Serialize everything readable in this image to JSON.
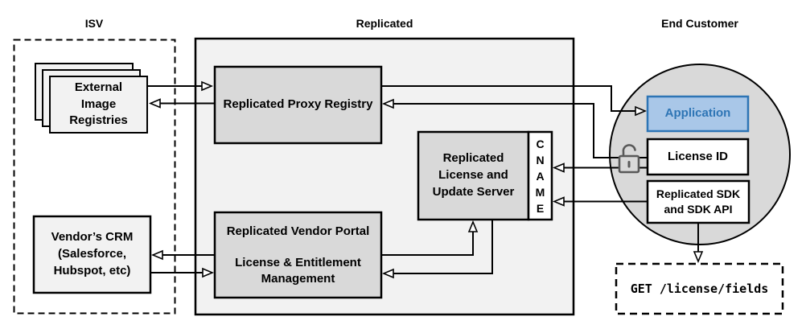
{
  "regions": {
    "isv": {
      "title": "ISV"
    },
    "replicated": {
      "title": "Replicated"
    },
    "end_customer": {
      "title": "End Customer"
    }
  },
  "nodes": {
    "external_image_registries": {
      "label": "External\nImage\nRegistries"
    },
    "vendors_crm": {
      "label": "Vendor’s CRM\n(Salesforce,\nHubspot, etc)"
    },
    "replicated_proxy_registry": {
      "label": "Replicated Proxy Registry"
    },
    "replicated_vendor_portal": {
      "label": "Replicated Vendor Portal\n\nLicense & Entitlement\nManagement"
    },
    "license_update_server": {
      "label": "Replicated\nLicense and\nUpdate Server"
    },
    "cname": {
      "label": "CNAME"
    },
    "application": {
      "label": "Application"
    },
    "license_id": {
      "label": "License ID"
    },
    "replicated_sdk": {
      "label": "Replicated SDK\nand SDK API"
    },
    "get_license_fields": {
      "label": "GET /license/fields"
    }
  },
  "icons": {
    "unlock_icon": "open-padlock"
  },
  "colors": {
    "container_fill": "#F2F2F2",
    "node_fill": "#D9D9D9",
    "light_node_fill": "#F2F2F2",
    "circle_fill": "#D9D9D9",
    "application_fill": "#A9C7E8",
    "application_border": "#2E75B5",
    "application_text": "#2E75B5",
    "line": "#000000",
    "lock_icon": "#595959"
  },
  "connections": [
    {
      "from": "External Image Registries",
      "to": "Replicated Proxy Registry"
    },
    {
      "from": "Replicated Proxy Registry",
      "to": "External Image Registries"
    },
    {
      "from": "Replicated Proxy Registry",
      "to": "Application"
    },
    {
      "from": "License ID",
      "to": "Replicated Proxy Registry",
      "via": "unlock-icon"
    },
    {
      "from": "License ID",
      "to": "CNAME",
      "via": "unlock-icon"
    },
    {
      "from": "Replicated SDK and SDK API",
      "to": "CNAME"
    },
    {
      "from": "Replicated Vendor Portal",
      "to": "Vendor’s CRM"
    },
    {
      "from": "Vendor’s CRM",
      "to": "Replicated Vendor Portal"
    },
    {
      "from": "Replicated Vendor Portal",
      "to": "Replicated License and Update Server"
    },
    {
      "from": "Replicated License and Update Server",
      "to": "Replicated Vendor Portal"
    },
    {
      "from": "Replicated SDK and SDK API",
      "to": "GET /license/fields"
    }
  ]
}
